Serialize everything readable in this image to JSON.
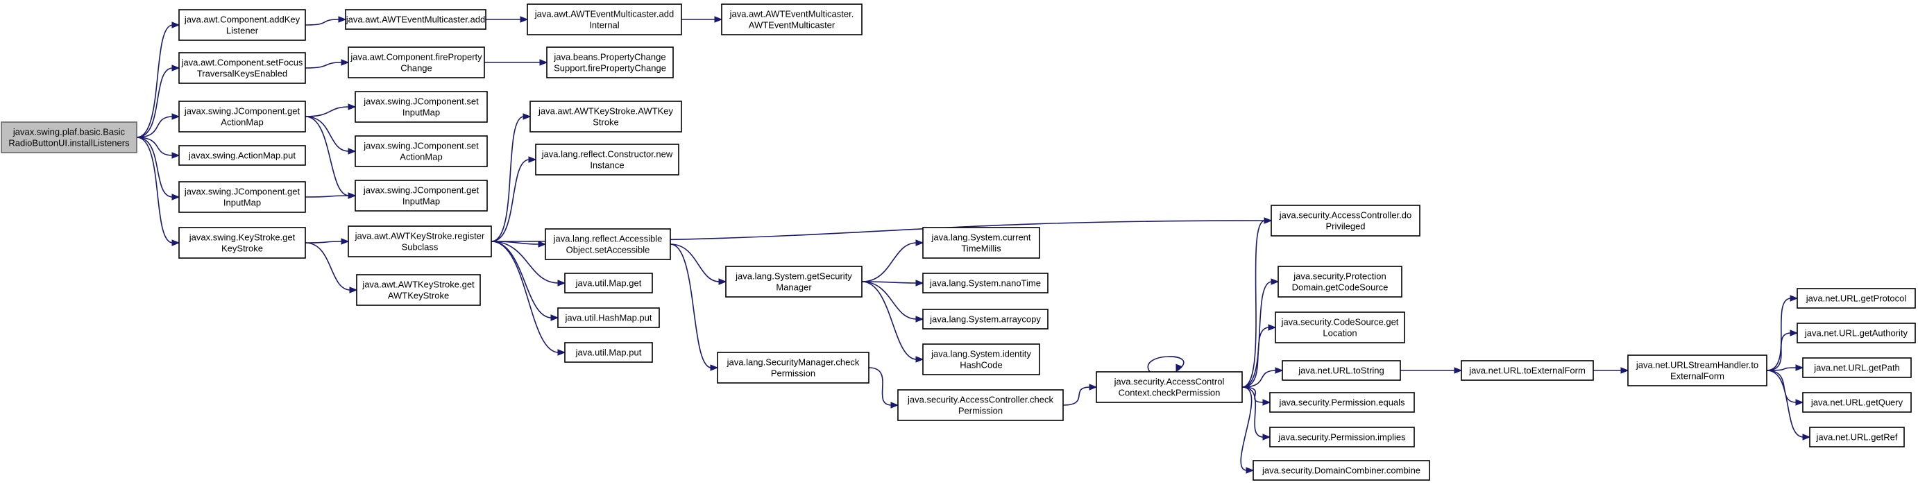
{
  "diagram": {
    "nodes": [
      {
        "id": "root",
        "lines": [
          "javax.swing.plaf.basic.Basic",
          "RadioButtonUI.installListeners"
        ],
        "root": true
      },
      {
        "id": "addKeyListener",
        "lines": [
          "java.awt.Component.addKey",
          "Listener"
        ]
      },
      {
        "id": "setFocusTrav",
        "lines": [
          "java.awt.Component.setFocus",
          "TraversalKeysEnabled"
        ]
      },
      {
        "id": "jcGetActionMap",
        "lines": [
          "javax.swing.JComponent.get",
          "ActionMap"
        ]
      },
      {
        "id": "actionMapPut",
        "lines": [
          "javax.swing.ActionMap.put"
        ]
      },
      {
        "id": "jcGetInputMap",
        "lines": [
          "javax.swing.JComponent.get",
          "InputMap"
        ]
      },
      {
        "id": "keyStrokeGet",
        "lines": [
          "javax.swing.KeyStroke.get",
          "KeyStroke"
        ]
      },
      {
        "id": "aemAdd",
        "lines": [
          "java.awt.AWTEventMulticaster.add"
        ]
      },
      {
        "id": "aemAddInternal",
        "lines": [
          "java.awt.AWTEventMulticaster.add",
          "Internal"
        ]
      },
      {
        "id": "aemCtor",
        "lines": [
          "java.awt.AWTEventMulticaster.",
          "AWTEventMulticaster"
        ]
      },
      {
        "id": "firePropChange",
        "lines": [
          "java.awt.Component.fireProperty",
          "Change"
        ]
      },
      {
        "id": "pcsFire",
        "lines": [
          "java.beans.PropertyChange",
          "Support.firePropertyChange"
        ]
      },
      {
        "id": "jcSetInputMap",
        "lines": [
          "javax.swing.JComponent.set",
          "InputMap"
        ]
      },
      {
        "id": "jcSetActionMap",
        "lines": [
          "javax.swing.JComponent.set",
          "ActionMap"
        ]
      },
      {
        "id": "jcGetInputMap2",
        "lines": [
          "javax.swing.JComponent.get",
          "InputMap"
        ]
      },
      {
        "id": "registerSubclass",
        "lines": [
          "java.awt.AWTKeyStroke.register",
          "Subclass"
        ]
      },
      {
        "id": "awtGetKeyStroke",
        "lines": [
          "java.awt.AWTKeyStroke.get",
          "AWTKeyStroke"
        ]
      },
      {
        "id": "awtKsCtor",
        "lines": [
          "java.awt.AWTKeyStroke.AWTKey",
          "Stroke"
        ]
      },
      {
        "id": "ctorNewInstance",
        "lines": [
          "java.lang.reflect.Constructor.new",
          "Instance"
        ]
      },
      {
        "id": "setAccessible",
        "lines": [
          "java.lang.reflect.Accessible",
          "Object.setAccessible"
        ]
      },
      {
        "id": "mapGet",
        "lines": [
          "java.util.Map.get"
        ]
      },
      {
        "id": "hashMapPut",
        "lines": [
          "java.util.HashMap.put"
        ]
      },
      {
        "id": "mapPut",
        "lines": [
          "java.util.Map.put"
        ]
      },
      {
        "id": "doPrivileged",
        "lines": [
          "java.security.AccessController.do",
          "Privileged"
        ]
      },
      {
        "id": "getSecurityManager",
        "lines": [
          "java.lang.System.getSecurity",
          "Manager"
        ]
      },
      {
        "id": "currentTimeMillis",
        "lines": [
          "java.lang.System.current",
          "TimeMillis"
        ]
      },
      {
        "id": "nanoTime",
        "lines": [
          "java.lang.System.nanoTime"
        ]
      },
      {
        "id": "arraycopy",
        "lines": [
          "java.lang.System.arraycopy"
        ]
      },
      {
        "id": "identityHashCode",
        "lines": [
          "java.lang.System.identity",
          "HashCode"
        ]
      },
      {
        "id": "smCheckPermission",
        "lines": [
          "java.lang.SecurityManager.check",
          "Permission"
        ]
      },
      {
        "id": "acCheckPermission",
        "lines": [
          "java.security.AccessController.check",
          "Permission"
        ]
      },
      {
        "id": "accCheckPermission",
        "lines": [
          "java.security.AccessControl",
          "Context.checkPermission"
        ]
      },
      {
        "id": "pdGetCodeSource",
        "lines": [
          "java.security.Protection",
          "Domain.getCodeSource"
        ]
      },
      {
        "id": "csGetLocation",
        "lines": [
          "java.security.CodeSource.get",
          "Location"
        ]
      },
      {
        "id": "urlToString",
        "lines": [
          "java.net.URL.toString"
        ]
      },
      {
        "id": "permEquals",
        "lines": [
          "java.security.Permission.equals"
        ]
      },
      {
        "id": "permImplies",
        "lines": [
          "java.security.Permission.implies"
        ]
      },
      {
        "id": "dcCombine",
        "lines": [
          "java.security.DomainCombiner.combine"
        ]
      },
      {
        "id": "urlToExternalForm",
        "lines": [
          "java.net.URL.toExternalForm"
        ]
      },
      {
        "id": "ushToExternalForm",
        "lines": [
          "java.net.URLStreamHandler.to",
          "ExternalForm"
        ]
      },
      {
        "id": "getProtocol",
        "lines": [
          "java.net.URL.getProtocol"
        ]
      },
      {
        "id": "getAuthority",
        "lines": [
          "java.net.URL.getAuthority"
        ]
      },
      {
        "id": "getPath",
        "lines": [
          "java.net.URL.getPath"
        ]
      },
      {
        "id": "getQuery",
        "lines": [
          "java.net.URL.getQuery"
        ]
      },
      {
        "id": "getRef",
        "lines": [
          "java.net.URL.getRef"
        ]
      }
    ],
    "edges": [
      [
        "root",
        "addKeyListener"
      ],
      [
        "root",
        "setFocusTrav"
      ],
      [
        "root",
        "jcGetActionMap"
      ],
      [
        "root",
        "actionMapPut"
      ],
      [
        "root",
        "jcGetInputMap"
      ],
      [
        "root",
        "keyStrokeGet"
      ],
      [
        "addKeyListener",
        "aemAdd"
      ],
      [
        "aemAdd",
        "aemAddInternal"
      ],
      [
        "aemAddInternal",
        "aemCtor"
      ],
      [
        "setFocusTrav",
        "firePropChange"
      ],
      [
        "firePropChange",
        "pcsFire"
      ],
      [
        "jcGetActionMap",
        "jcSetInputMap"
      ],
      [
        "jcGetActionMap",
        "jcSetActionMap"
      ],
      [
        "jcGetActionMap",
        "jcGetInputMap2"
      ],
      [
        "jcGetInputMap",
        "jcGetInputMap2"
      ],
      [
        "keyStrokeGet",
        "registerSubclass"
      ],
      [
        "keyStrokeGet",
        "awtGetKeyStroke"
      ],
      [
        "registerSubclass",
        "awtKsCtor"
      ],
      [
        "registerSubclass",
        "ctorNewInstance"
      ],
      [
        "registerSubclass",
        "doPrivileged"
      ],
      [
        "registerSubclass",
        "setAccessible"
      ],
      [
        "registerSubclass",
        "mapGet"
      ],
      [
        "registerSubclass",
        "hashMapPut"
      ],
      [
        "registerSubclass",
        "mapPut"
      ],
      [
        "setAccessible",
        "getSecurityManager"
      ],
      [
        "setAccessible",
        "smCheckPermission"
      ],
      [
        "getSecurityManager",
        "currentTimeMillis"
      ],
      [
        "getSecurityManager",
        "nanoTime"
      ],
      [
        "getSecurityManager",
        "arraycopy"
      ],
      [
        "getSecurityManager",
        "identityHashCode"
      ],
      [
        "smCheckPermission",
        "acCheckPermission"
      ],
      [
        "acCheckPermission",
        "accCheckPermission"
      ],
      [
        "accCheckPermission",
        "accCheckPermission"
      ],
      [
        "accCheckPermission",
        "doPrivileged"
      ],
      [
        "accCheckPermission",
        "pdGetCodeSource"
      ],
      [
        "accCheckPermission",
        "csGetLocation"
      ],
      [
        "accCheckPermission",
        "urlToString"
      ],
      [
        "accCheckPermission",
        "permEquals"
      ],
      [
        "accCheckPermission",
        "permImplies"
      ],
      [
        "accCheckPermission",
        "dcCombine"
      ],
      [
        "urlToString",
        "urlToExternalForm"
      ],
      [
        "urlToExternalForm",
        "ushToExternalForm"
      ],
      [
        "ushToExternalForm",
        "getProtocol"
      ],
      [
        "ushToExternalForm",
        "getAuthority"
      ],
      [
        "ushToExternalForm",
        "getPath"
      ],
      [
        "ushToExternalForm",
        "getQuery"
      ],
      [
        "ushToExternalForm",
        "getRef"
      ]
    ]
  },
  "colors": {
    "edge": "#191970",
    "root_fill": "#bfbfbf",
    "root_border": "#666666",
    "node_fill": "#ffffff",
    "node_border": "#000000"
  }
}
